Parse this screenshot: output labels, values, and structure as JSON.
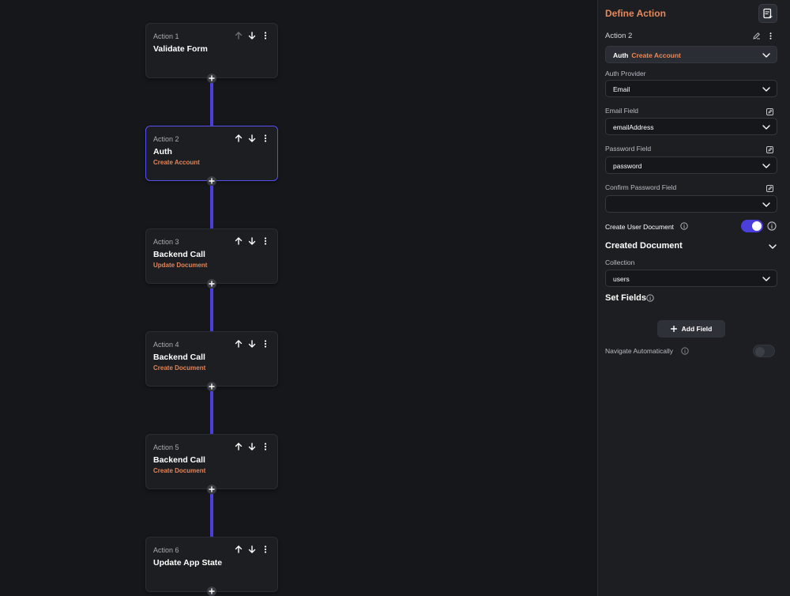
{
  "flow": {
    "actions": [
      {
        "label": "Action 1",
        "title": "Validate Form",
        "subtitle": "",
        "selected": false,
        "up_enabled": false
      },
      {
        "label": "Action 2",
        "title": "Auth",
        "subtitle": "Create Account",
        "selected": true,
        "up_enabled": true
      },
      {
        "label": "Action 3",
        "title": "Backend Call",
        "subtitle": "Update Document",
        "selected": false,
        "up_enabled": true
      },
      {
        "label": "Action 4",
        "title": "Backend Call",
        "subtitle": "Create Document",
        "selected": false,
        "up_enabled": true
      },
      {
        "label": "Action 5",
        "title": "Backend Call",
        "subtitle": "Create Document",
        "selected": false,
        "up_enabled": true
      },
      {
        "label": "Action 6",
        "title": "Update App State",
        "subtitle": "",
        "selected": false,
        "up_enabled": true
      }
    ]
  },
  "panel": {
    "title": "Define Action",
    "action_name": "Action 2",
    "action_select": {
      "type": "Auth",
      "value": "Create Account"
    },
    "auth_provider": {
      "label": "Auth Provider",
      "value": "Email"
    },
    "email_field": {
      "label": "Email Field",
      "value": "emailAddress"
    },
    "password_field": {
      "label": "Password Field",
      "value": "password"
    },
    "confirm_password_field": {
      "label": "Confirm Password Field",
      "value": ""
    },
    "create_user_document": {
      "label": "Create User Document",
      "enabled": true
    },
    "created_document": {
      "heading": "Created Document"
    },
    "collection": {
      "label": "Collection",
      "value": "users"
    },
    "set_fields": {
      "heading": "Set Fields"
    },
    "add_field_label": "Add Field",
    "navigate_automatically": {
      "label": "Navigate Automatically",
      "enabled": false
    }
  },
  "colors": {
    "accent": "#4b3fdc",
    "orange": "#e8895a",
    "background": "#15171b",
    "panel": "#1c1e22"
  },
  "icons": {
    "move_up": "arrow-up-icon",
    "move_down": "arrow-down-icon",
    "more": "more-vertical-icon",
    "add": "plus-icon",
    "edit": "pencil-icon",
    "variable": "edit-box-icon",
    "chevron": "chevron-down-icon",
    "info": "info-icon",
    "document": "document-add-icon"
  }
}
